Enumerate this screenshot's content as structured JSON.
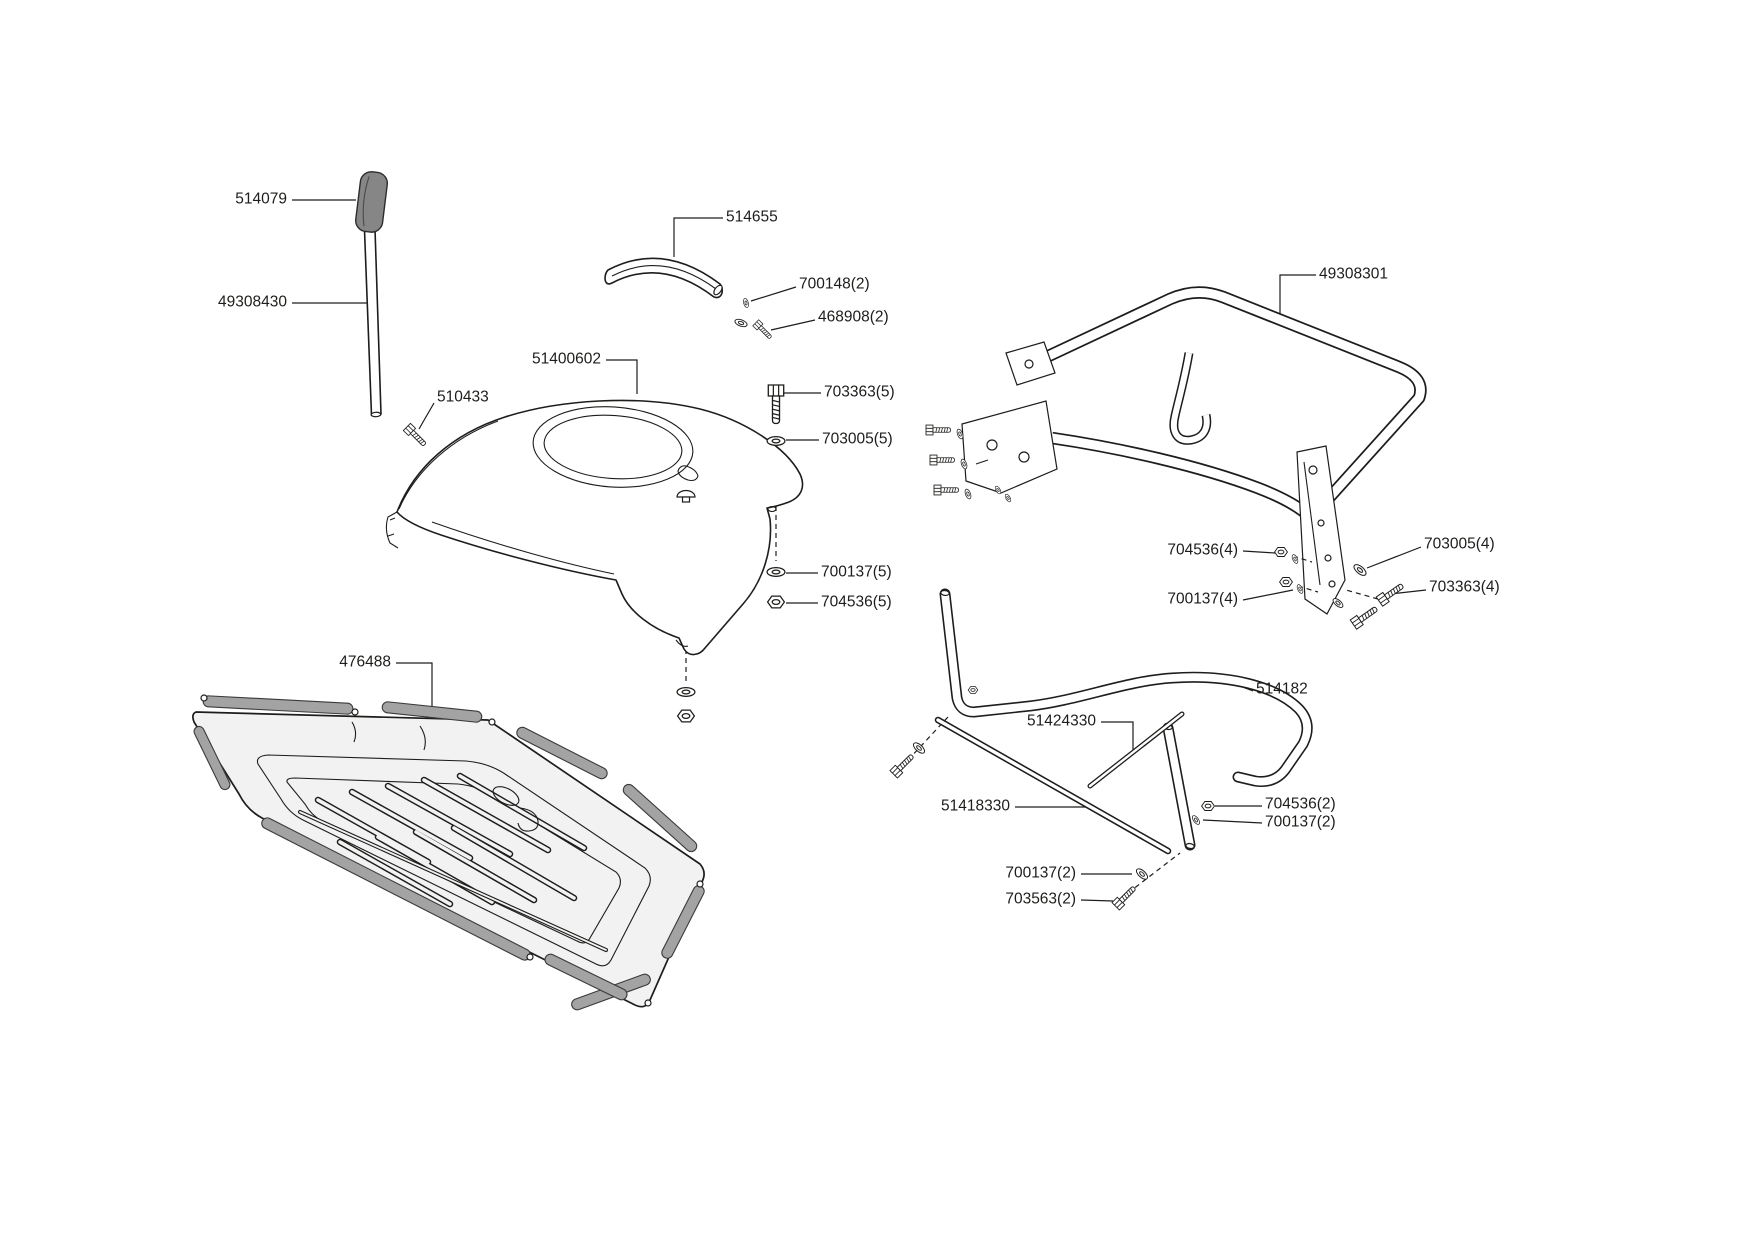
{
  "colors": {
    "line": "#1d1d1b",
    "grip": "#868686",
    "strip": "#a3a3a3",
    "panel": "#f2f2f2"
  },
  "diagram": {
    "type": "exploded-parts-diagram",
    "labels": [
      {
        "text": "514079",
        "target": "handle grip"
      },
      {
        "text": "49308430",
        "target": "handle rod"
      },
      {
        "text": "510433",
        "target": "screw"
      },
      {
        "text": "514655",
        "target": "curved trim strip"
      },
      {
        "text": "700148(2)",
        "target": "washer"
      },
      {
        "text": "468908(2)",
        "target": "screw"
      },
      {
        "text": "51400602",
        "target": "cover hood"
      },
      {
        "text": "703363(5)",
        "target": "bolt"
      },
      {
        "text": "703005(5)",
        "target": "washer"
      },
      {
        "text": "700137(5)",
        "target": "washer"
      },
      {
        "text": "704536(5)",
        "target": "hex nut"
      },
      {
        "text": "49308301",
        "target": "tube frame"
      },
      {
        "text": "704536(4)",
        "target": "hex nuts"
      },
      {
        "text": "700137(4)",
        "target": "washers"
      },
      {
        "text": "703005(4)",
        "target": "washer"
      },
      {
        "text": "703363(4)",
        "target": "bolts"
      },
      {
        "text": "514182",
        "target": "support frame tube"
      },
      {
        "text": "51424330",
        "target": "cross rod"
      },
      {
        "text": "51418330",
        "target": "support bar"
      },
      {
        "text": "704536(2)",
        "target": "hex nut"
      },
      {
        "text": "700137(2)",
        "target": "washer"
      },
      {
        "text": "700137(2)",
        "target": "washer"
      },
      {
        "text": "703563(2)",
        "target": "bolt"
      },
      {
        "text": "476488",
        "target": "deflector panel"
      }
    ]
  }
}
